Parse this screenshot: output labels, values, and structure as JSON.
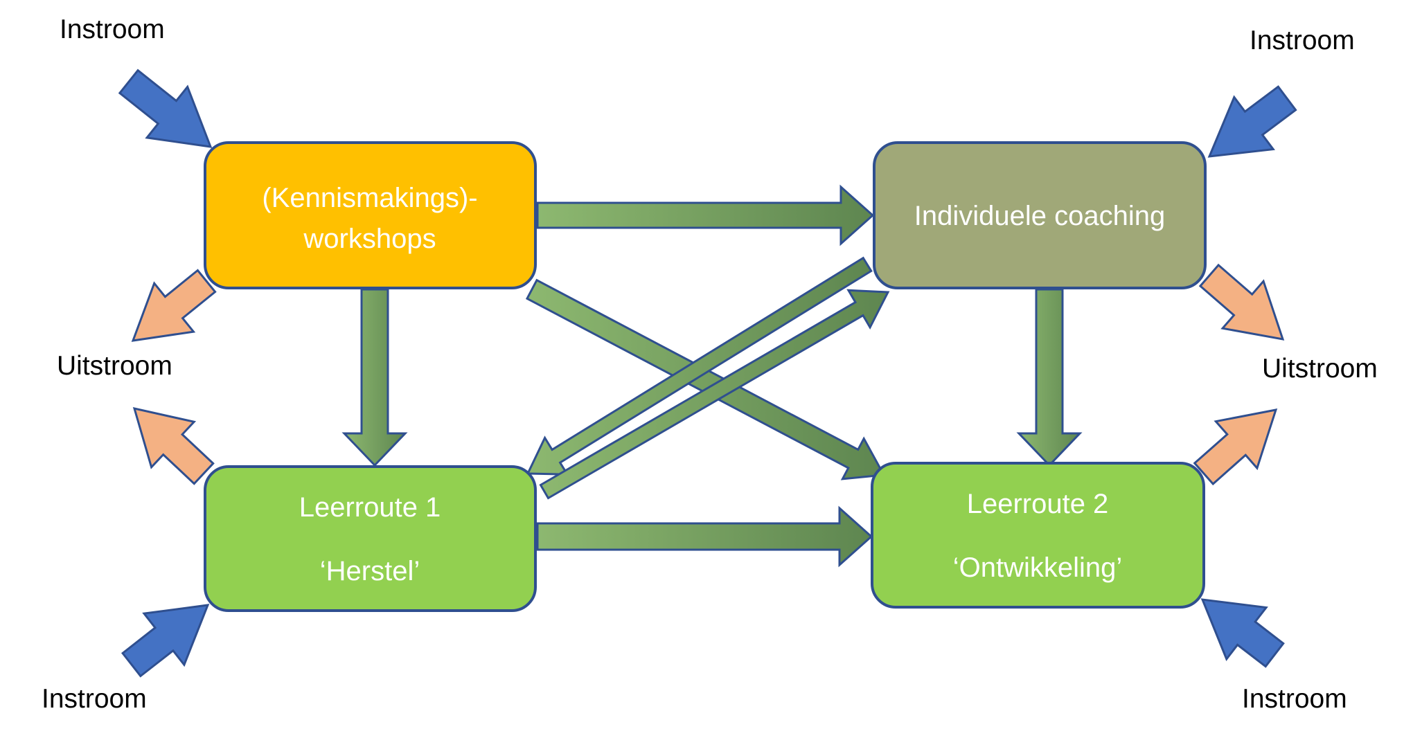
{
  "nodes": {
    "workshops": {
      "lines": [
        "(Kennismakings)-",
        "workshops"
      ],
      "color": "#FFC000"
    },
    "coaching": {
      "lines": [
        "Individuele coaching"
      ],
      "color": "#A0A878"
    },
    "leerroute1": {
      "lines": [
        "Leerroute 1",
        "‘Herstel’"
      ],
      "color": "#92D050"
    },
    "leerroute2": {
      "lines": [
        "Leerroute 2",
        "‘Ontwikkeling’"
      ],
      "color": "#92D050"
    }
  },
  "flow_labels": {
    "instroom_top_left": "Instroom",
    "instroom_top_right": "Instroom",
    "uitstroom_left": "Uitstroom",
    "uitstroom_right": "Uitstroom",
    "instroom_bottom_left": "Instroom",
    "instroom_bottom_right": "Instroom"
  },
  "colors": {
    "border": "#2F4F8F",
    "instroom_arrow": "#4472C4",
    "uitstroom_arrow": "#F4B183",
    "flow_arrow_light": "#8DB870",
    "flow_arrow_dark": "#5E8650"
  }
}
